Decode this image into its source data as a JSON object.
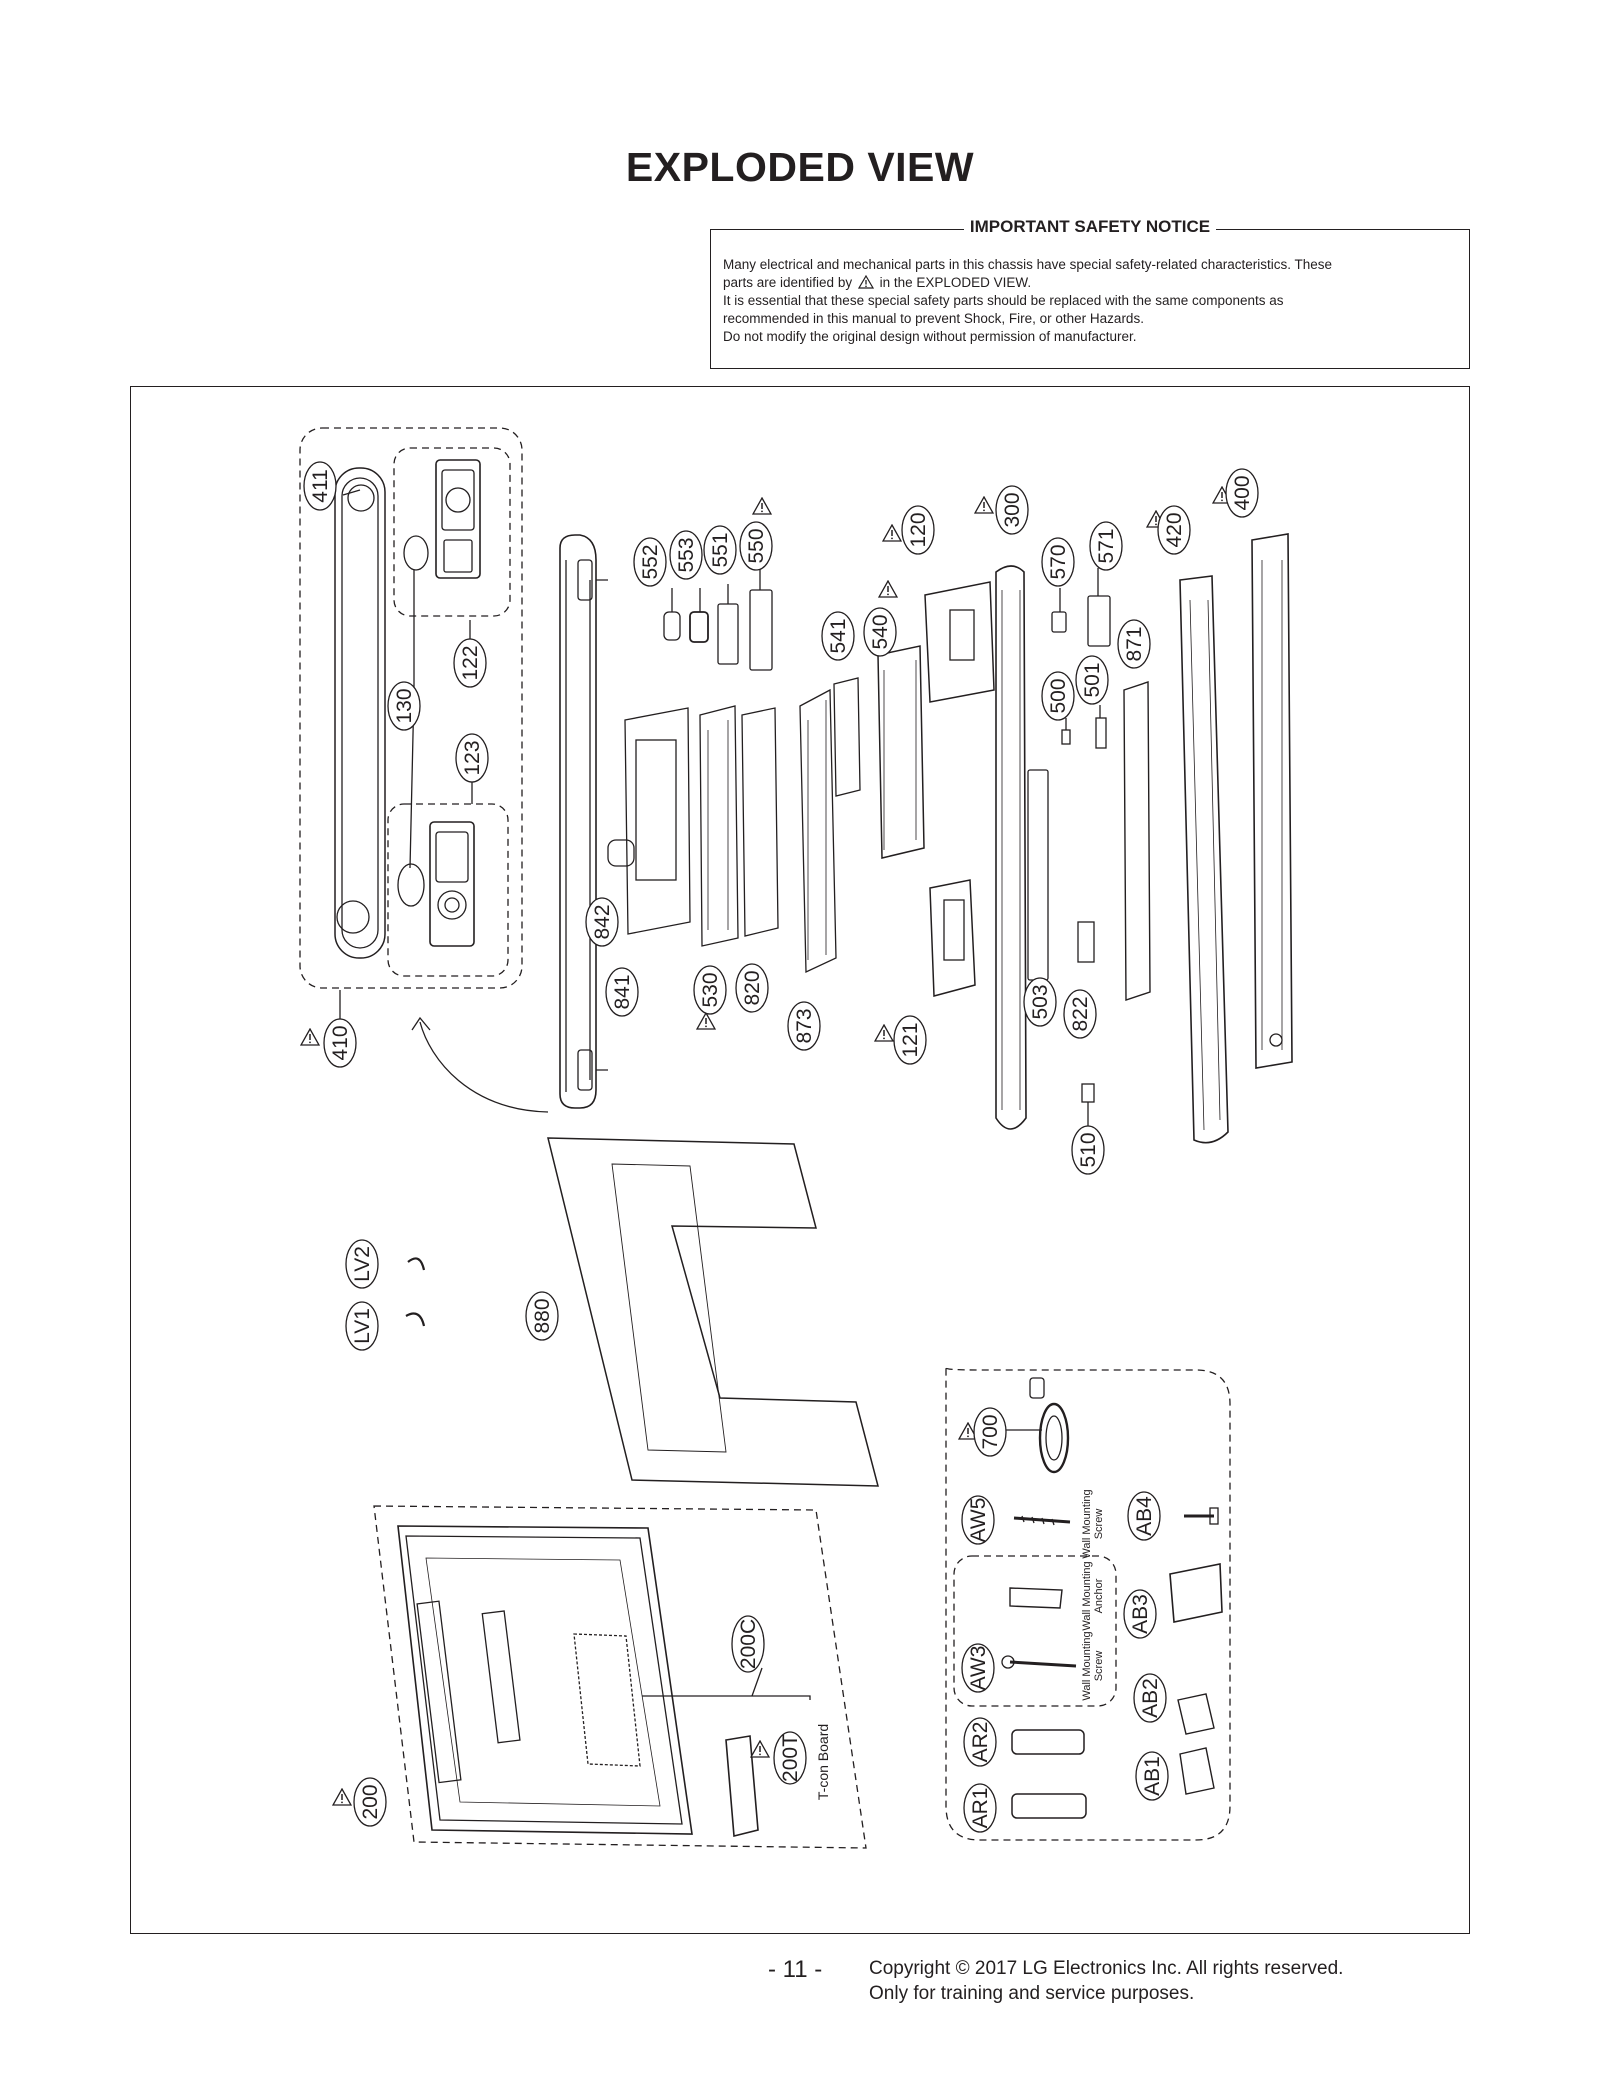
{
  "title": "EXPLODED VIEW",
  "notice": {
    "title": "IMPORTANT SAFETY NOTICE",
    "line1": "Many electrical and mechanical parts in this chassis have special safety-related characteristics. These",
    "line2a": "parts are identified by",
    "line2b": "in the EXPLODED VIEW.",
    "line3": "It is essential that these special safety parts should be replaced with the same components as",
    "line4": "recommended in this manual to prevent Shock, Fire, or other Hazards.",
    "line5": "Do not modify the original design without permission of manufacturer."
  },
  "parts": {
    "p411": "411",
    "p122": "122",
    "p130": "130",
    "p123": "123",
    "p410": "410",
    "p552": "552",
    "p553": "553",
    "p551": "551",
    "p550": "550",
    "p541": "541",
    "p540": "540",
    "p120": "120",
    "p300": "300",
    "p570": "570",
    "p571": "571",
    "p420": "420",
    "p400": "400",
    "p500": "500",
    "p501": "501",
    "p871": "871",
    "p842": "842",
    "p841": "841",
    "p530": "530",
    "p820": "820",
    "p873": "873",
    "p121": "121",
    "p503": "503",
    "p822": "822",
    "p510": "510",
    "pLV2": "LV2",
    "pLV1": "LV1",
    "p880": "880",
    "p200C": "200C",
    "p200T": "200T",
    "p200": "200",
    "p700": "700",
    "pAW5": "AW5",
    "pAB4": "AB4",
    "pAB3": "AB3",
    "pAW3": "AW3",
    "pAB2": "AB2",
    "pAR2": "AR2",
    "pAB1": "AB1",
    "pAR1": "AR1"
  },
  "captions": {
    "tcon": "T-con Board",
    "aw5_1": "Wall Mounting",
    "aw5_2": "Screw",
    "anchor_1": "Wall Mounting",
    "anchor_2": "Anchor",
    "aw3_1": "Wall Mounting",
    "aw3_2": "Screw"
  },
  "footer": {
    "page": "- 11 -",
    "copyright": "Copyright © 2017 LG Electronics Inc. All rights reserved.",
    "purpose": "Only for training and service purposes."
  }
}
